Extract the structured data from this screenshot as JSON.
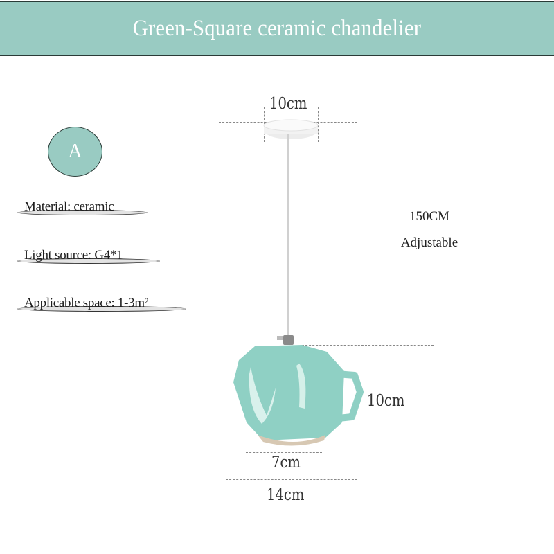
{
  "header": {
    "title": "Green-Square ceramic chandelier",
    "background": "#99cbc2"
  },
  "badge": {
    "label": "A"
  },
  "specs": [
    {
      "label": "Material: ceramic"
    },
    {
      "label": "Light source: G4*1"
    },
    {
      "label": "Applicable space: 1-3m²"
    }
  ],
  "dimensions": {
    "canopy_width": "10cm",
    "cord_length": "150CM",
    "cord_note": "Adjustable",
    "shade_height": "10cm",
    "shade_bottom": "7cm",
    "total_width": "14cm"
  },
  "product": {
    "shade_color": "#8fd0c4",
    "canopy_color": "#f2f2f2"
  }
}
